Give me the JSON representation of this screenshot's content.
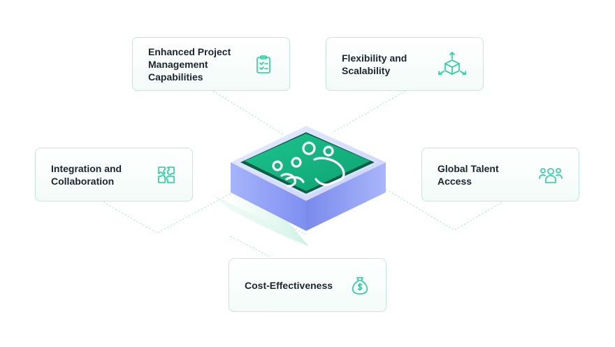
{
  "benefits": [
    {
      "label": "Enhanced Project\nManagement\nCapabilities",
      "icon": "clipboard-checklist-icon"
    },
    {
      "label": "Flexibility and\nScalability",
      "icon": "expanding-cube-icon"
    },
    {
      "label": "Integration and\nCollaboration",
      "icon": "puzzle-pieces-icon"
    },
    {
      "label": "Global Talent\nAccess",
      "icon": "team-people-icon"
    },
    {
      "label": "Cost-Effectiveness",
      "icon": "money-bag-icon"
    }
  ],
  "center": {
    "icon": "team-group-icon"
  },
  "colors": {
    "accent": "#1fd19a",
    "tile_green": "#12b27c",
    "tile_dark": "#0a6b4d",
    "platform_blue": "#8f9ff4",
    "card_border": "#bfe9dc",
    "text": "#1c2430"
  }
}
